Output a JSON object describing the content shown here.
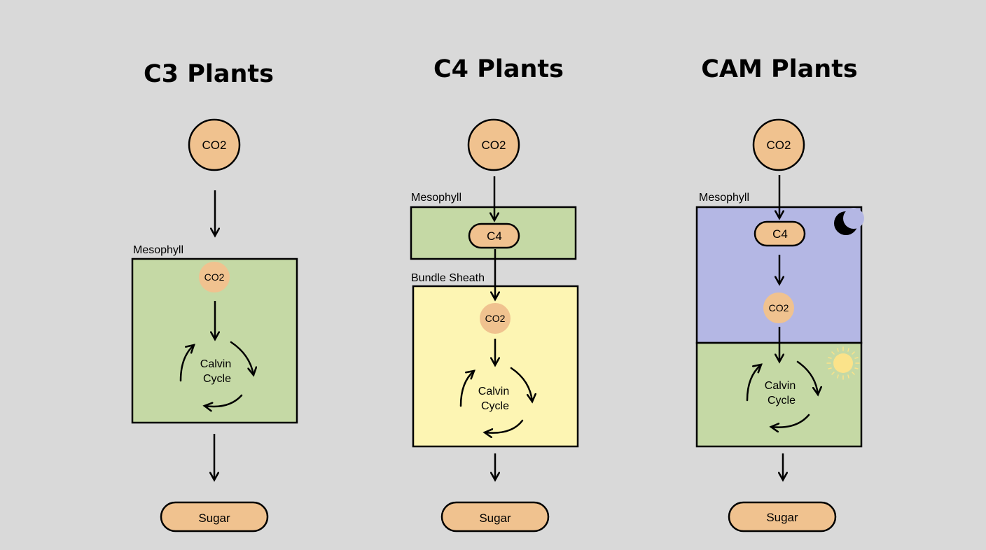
{
  "colors": {
    "background": "#d9d9d9",
    "node_fill": "#f0c28f",
    "mesophyll_green": "#c5d9a5",
    "bundle_sheath_yellow": "#fdf5b3",
    "night_purple": "#b4b7e4",
    "sun_yellow": "#fbe38a"
  },
  "panels": {
    "c3": {
      "title": "C3 Plants",
      "co2_label": "CO2",
      "mesophyll_label": "Mesophyll",
      "inner_co2_label": "CO2",
      "cycle_line1": "Calvin",
      "cycle_line2": "Cycle",
      "sugar_label": "Sugar"
    },
    "c4": {
      "title": "C4 Plants",
      "co2_label": "CO2",
      "mesophyll_label": "Mesophyll",
      "c4_label": "C4",
      "bundle_sheath_label": "Bundle Sheath",
      "inner_co2_label": "CO2",
      "cycle_line1": "Calvin",
      "cycle_line2": "Cycle",
      "sugar_label": "Sugar"
    },
    "cam": {
      "title": "CAM Plants",
      "co2_label": "CO2",
      "mesophyll_label": "Mesophyll",
      "c4_label": "C4",
      "inner_co2_label": "CO2",
      "cycle_line1": "Calvin",
      "cycle_line2": "Cycle",
      "sugar_label": "Sugar",
      "night_icon": "moon-icon",
      "day_icon": "sun-icon"
    }
  }
}
